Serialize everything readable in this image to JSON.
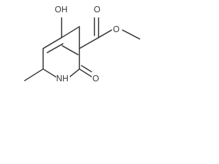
{
  "molecule": {
    "atoms": {
      "oh_label": "OH",
      "carbonyl_o_ester": "O",
      "ester_o": "O",
      "nh_label": "NH",
      "ring_carbonyl_o": "O"
    },
    "colors": {
      "bond": "#3a3a3a",
      "text": "#3a3a3a",
      "background": "#ffffff"
    }
  }
}
